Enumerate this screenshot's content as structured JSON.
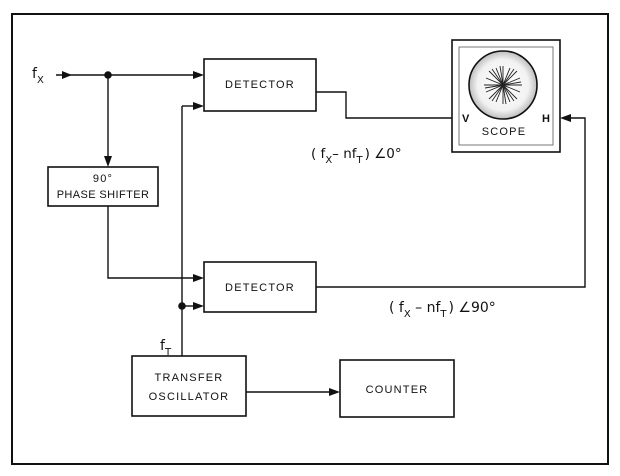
{
  "blocks": {
    "detector_top": "DETECTOR",
    "detector_bottom": "DETECTOR",
    "phase_shifter_line1": "90°",
    "phase_shifter_line2": "PHASE SHIFTER",
    "scope": "SCOPE",
    "scope_v_input": "V",
    "scope_h_input": "H",
    "transfer_osc_line1": "TRANSFER",
    "transfer_osc_line2": "OSCILLATOR",
    "counter": "COUNTER"
  },
  "signals": {
    "input": {
      "base": "f",
      "sub": "X"
    },
    "transfer": {
      "base": "f",
      "sub": "T"
    },
    "top_output": {
      "open": "( f",
      "sub1": "X",
      "mid": "– nf",
      "sub2": "T",
      "close": ") ∠0°"
    },
    "bottom_output": {
      "open": "( f",
      "sub1": "X",
      "mid": " – nf",
      "sub2": "T",
      "close": ") ∠90°"
    }
  }
}
